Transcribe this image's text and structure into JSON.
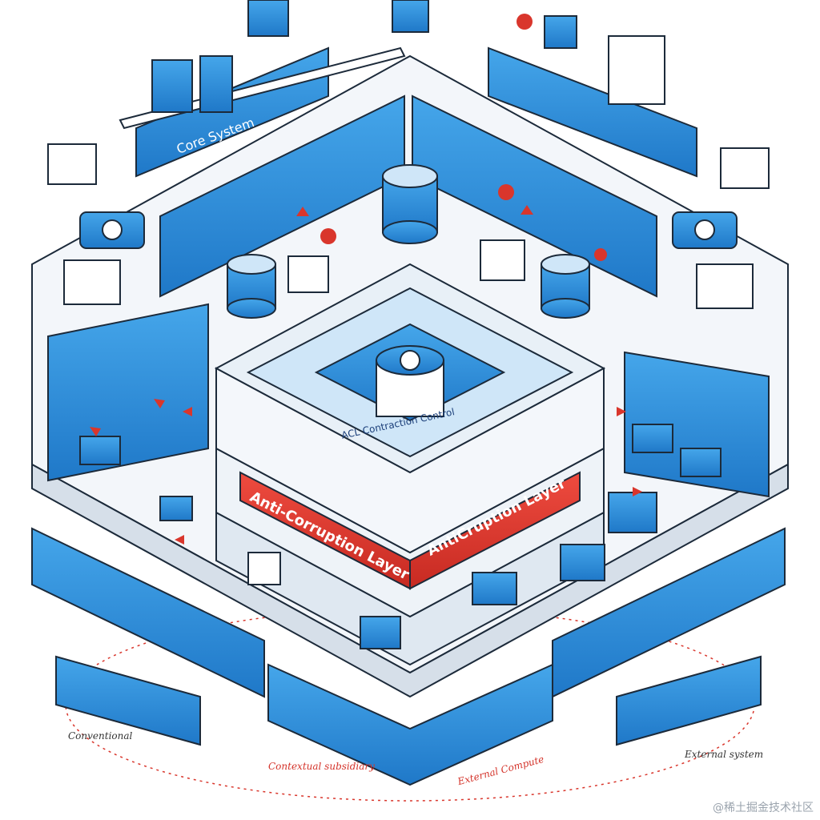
{
  "diagram": {
    "core_system_label": "Core System",
    "acl_center_label": "ACL Contraction Control",
    "acl_band_left": "Anti-Corruption Layer",
    "acl_band_right": "AntiCruption Layer",
    "caption_bottom_left": "Conventional",
    "caption_bottom_center": "Contextual subsidiary",
    "caption_bottom_center2": "External Compute",
    "caption_bottom_right": "External system",
    "watermark": "@稀土掘金技术社区"
  },
  "colors": {
    "blue": "#2f8fdc",
    "light_blue": "#cfe6f8",
    "red": "#d9362c",
    "outline": "#1c2a3a"
  }
}
